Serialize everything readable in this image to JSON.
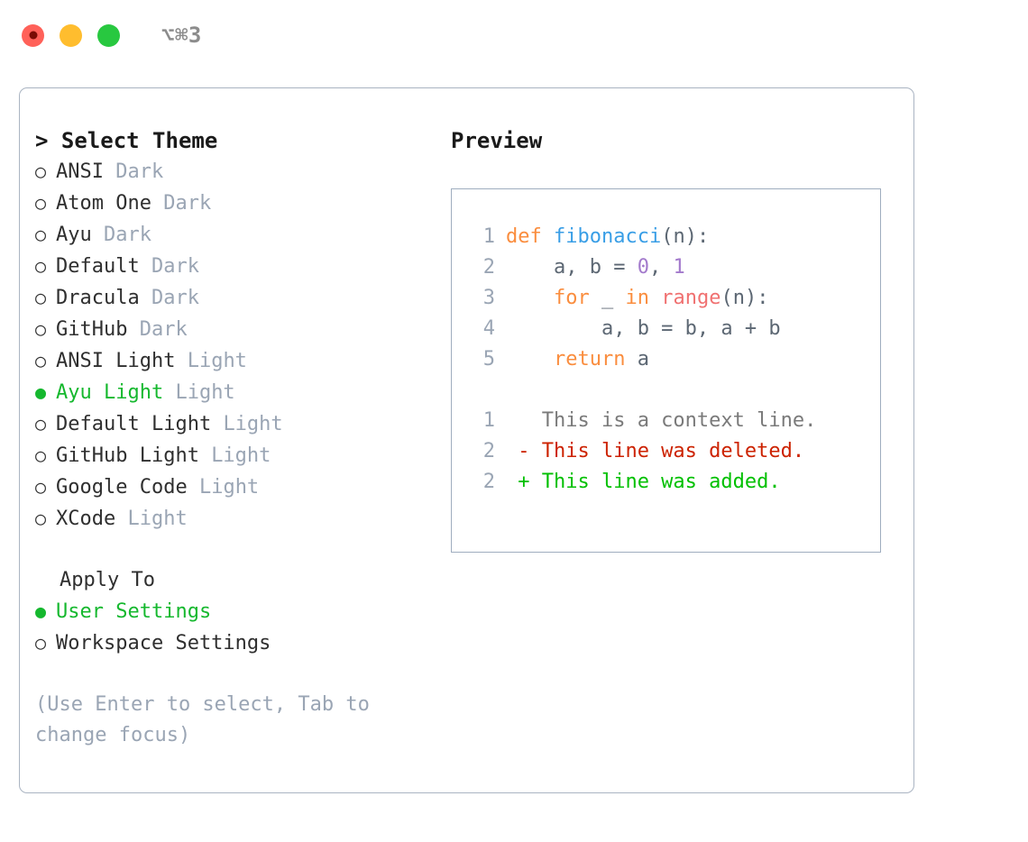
{
  "titlebar": {
    "shortcut": "⌥⌘3",
    "lights": [
      "red",
      "yellow",
      "green"
    ]
  },
  "theme_picker": {
    "header": "> Select Theme",
    "themes": [
      {
        "bullet": "○",
        "name": "ANSI",
        "badge": "Dark",
        "selected": false
      },
      {
        "bullet": "○",
        "name": "Atom One",
        "badge": "Dark",
        "selected": false
      },
      {
        "bullet": "○",
        "name": "Ayu",
        "badge": "Dark",
        "selected": false
      },
      {
        "bullet": "○",
        "name": "Default",
        "badge": "Dark",
        "selected": false
      },
      {
        "bullet": "○",
        "name": "Dracula",
        "badge": "Dark",
        "selected": false
      },
      {
        "bullet": "○",
        "name": "GitHub",
        "badge": "Dark",
        "selected": false
      },
      {
        "bullet": "○",
        "name": "ANSI Light",
        "badge": "Light",
        "selected": false
      },
      {
        "bullet": "●",
        "name": "Ayu Light",
        "badge": "Light",
        "selected": true
      },
      {
        "bullet": "○",
        "name": "Default Light",
        "badge": "Light",
        "selected": false
      },
      {
        "bullet": "○",
        "name": "GitHub Light",
        "badge": "Light",
        "selected": false
      },
      {
        "bullet": "○",
        "name": "Google Code",
        "badge": "Light",
        "selected": false
      },
      {
        "bullet": "○",
        "name": "XCode",
        "badge": "Light",
        "selected": false
      }
    ]
  },
  "apply_to": {
    "header": "Apply To",
    "options": [
      {
        "bullet": "●",
        "label": "User Settings",
        "selected": true
      },
      {
        "bullet": "○",
        "label": "Workspace Settings",
        "selected": false
      }
    ]
  },
  "hint": "(Use Enter to select, Tab to change focus)",
  "preview": {
    "title": "Preview",
    "code_lines": [
      {
        "num": "1",
        "tokens": [
          {
            "text": "def ",
            "cls": "t-kw"
          },
          {
            "text": "fibonacci",
            "cls": "t-fn"
          },
          {
            "text": "(n):",
            "cls": "t-pun"
          }
        ]
      },
      {
        "num": "2",
        "tokens": [
          {
            "text": "    a, b = ",
            "cls": "t-txt"
          },
          {
            "text": "0",
            "cls": "t-num"
          },
          {
            "text": ", ",
            "cls": "t-pun"
          },
          {
            "text": "1",
            "cls": "t-num"
          }
        ]
      },
      {
        "num": "3",
        "tokens": [
          {
            "text": "    ",
            "cls": "t-txt"
          },
          {
            "text": "for",
            "cls": "t-kw"
          },
          {
            "text": " _ ",
            "cls": "t-txt"
          },
          {
            "text": "in",
            "cls": "t-kw"
          },
          {
            "text": " ",
            "cls": "t-txt"
          },
          {
            "text": "range",
            "cls": "t-call"
          },
          {
            "text": "(n):",
            "cls": "t-pun"
          }
        ]
      },
      {
        "num": "4",
        "tokens": [
          {
            "text": "        a, b = b, a + b",
            "cls": "t-txt"
          }
        ]
      },
      {
        "num": "5",
        "tokens": [
          {
            "text": "    ",
            "cls": "t-txt"
          },
          {
            "text": "return",
            "cls": "t-kw"
          },
          {
            "text": " a",
            "cls": "t-txt"
          }
        ]
      }
    ],
    "diff_lines": [
      {
        "num": "1",
        "marker": "  ",
        "text": "This is a context line.",
        "cls": "t-ctx"
      },
      {
        "num": "2",
        "marker": "- ",
        "text": "This line was deleted.",
        "cls": "t-del"
      },
      {
        "num": "2",
        "marker": "+ ",
        "text": "This line was added.",
        "cls": "t-add"
      }
    ]
  },
  "colors": {
    "accent_green": "#15b82e",
    "muted": "#9aa5b4",
    "border": "#aab4c2",
    "keyword": "#fa8d3e",
    "function": "#399ee6",
    "number": "#a37acc",
    "call": "#f07171",
    "deleted": "#cc2200",
    "added": "#00c000"
  }
}
